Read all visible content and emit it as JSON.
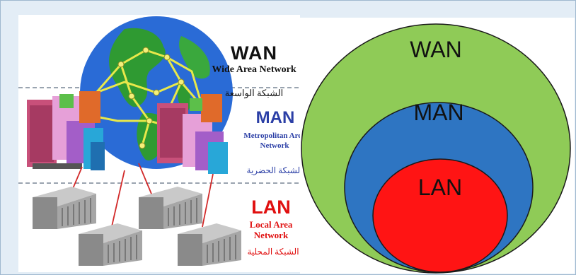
{
  "left_diagram": {
    "wan": {
      "title": "WAN",
      "subtitle": "Wide Area Network",
      "arabic": "الشبكة الواسعة"
    },
    "man": {
      "title": "MAN",
      "subtitle": "Metropolitan Area Network",
      "arabic": "الشبكة الحضرية"
    },
    "lan": {
      "title": "LAN",
      "subtitle": "Local Area Network",
      "arabic": "الشبكة المحلية"
    }
  },
  "right_diagram": {
    "outer_label": "WAN",
    "middle_label": "MAN",
    "inner_label": "LAN",
    "colors": {
      "outer": "#8fcb57",
      "middle": "#2e75c2",
      "inner": "#ff1414",
      "outline": "#1a1a1a"
    }
  },
  "colors": {
    "globe_ocean": "#2a6bd6",
    "globe_land": "#2f9a32",
    "link_lines": "#e8e84a",
    "lan_links": "#d22a2a",
    "wan_text": "#111111",
    "man_text": "#2b3fa6",
    "lan_text": "#e01010"
  }
}
